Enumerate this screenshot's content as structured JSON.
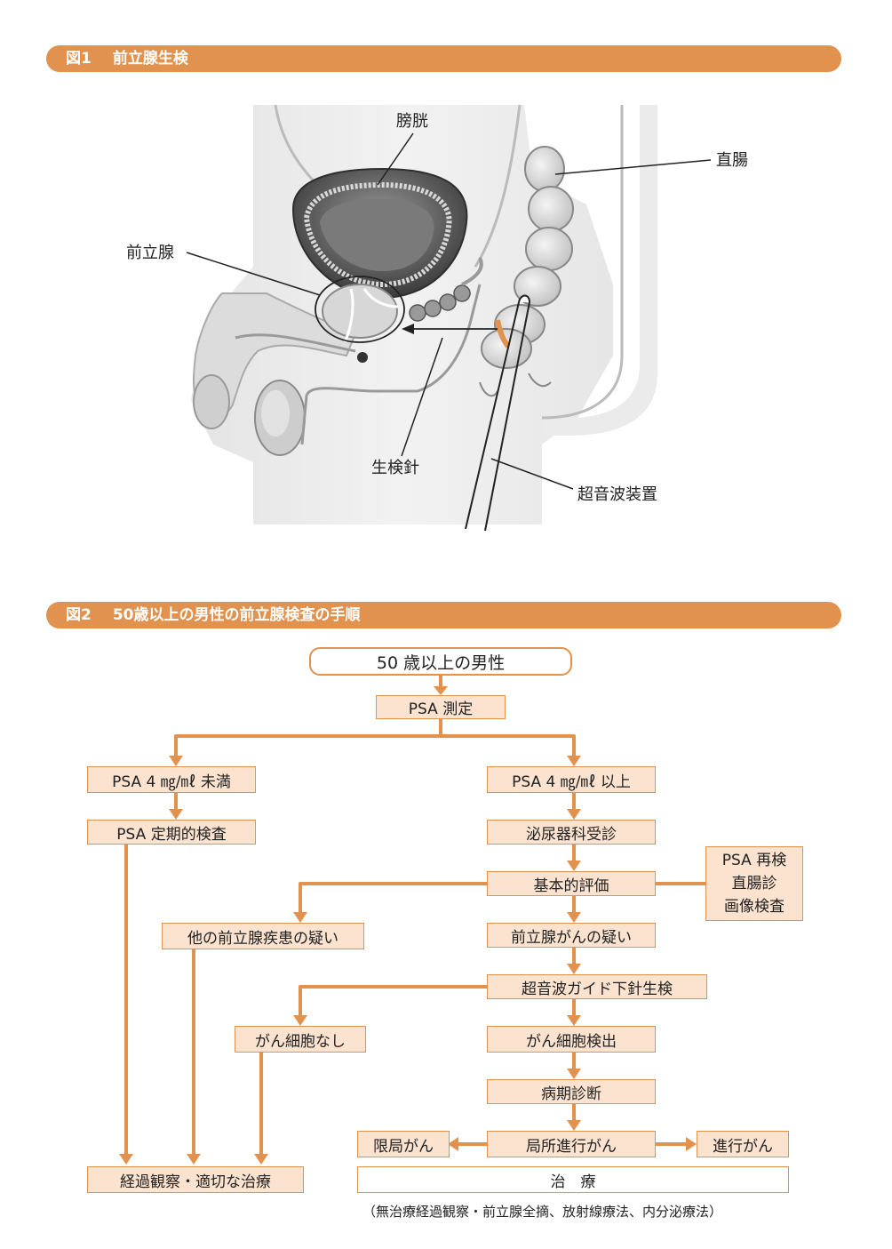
{
  "figure1": {
    "number": "図1",
    "title": "前立腺生検",
    "labels": {
      "bladder": "膀胱",
      "rectum": "直腸",
      "prostate": "前立腺",
      "needle": "生検針",
      "ultrasound": "超音波装置"
    }
  },
  "figure2": {
    "number": "図2",
    "title": "50歳以上の男性の前立腺検査の手順",
    "nodes": {
      "start": "50 歳以上の男性",
      "psa_test": "PSA 測定",
      "psa_low": "PSA 4 ㎎/㎖ 未満",
      "psa_high": "PSA 4 ㎎/㎖ 以上",
      "psa_periodic": "PSA 定期的検査",
      "urology": "泌尿器科受診",
      "basic_eval": "基本的評価",
      "retest_lines": [
        "PSA 再検",
        "直腸診",
        "画像検査"
      ],
      "other_disease": "他の前立腺疾患の疑い",
      "cancer_suspect": "前立腺がんの疑い",
      "biopsy": "超音波ガイド下針生検",
      "no_cancer": "がん細胞なし",
      "cancer_detected": "がん細胞検出",
      "pathology": "病期診断",
      "localized": "限局がん",
      "locally_advanced": "局所進行がん",
      "advanced": "進行がん",
      "observation": "経過観察・適切な治療",
      "treatment": "治　療",
      "treatment_note": "（無治療経過観察・前立腺全摘、放射線療法、内分泌療法）"
    }
  },
  "colors": {
    "accent": "#e0924e",
    "box_fill": "#fbe3d0"
  }
}
